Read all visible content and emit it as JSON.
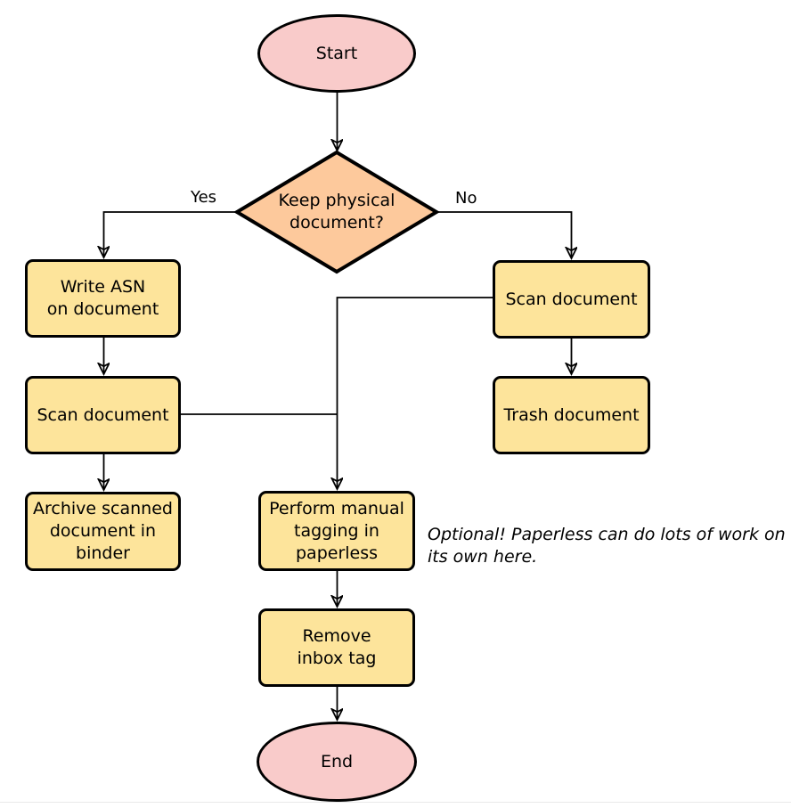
{
  "colors": {
    "background": "#ffffff",
    "terminal-fill": "#f9cbca",
    "decision-fill": "#fdc99c",
    "process-fill": "#fde49b",
    "stroke": "#000000",
    "divider": "#e9e9e9"
  },
  "nodes": {
    "start": {
      "type": "terminal",
      "label": "Start"
    },
    "decision": {
      "type": "decision",
      "label": "Keep physical\ndocument?"
    },
    "write_asn": {
      "type": "process",
      "label": "Write ASN\non document"
    },
    "scan_left": {
      "type": "process",
      "label": "Scan document"
    },
    "archive": {
      "type": "process",
      "label": "Archive scanned\ndocument in\nbinder"
    },
    "scan_right": {
      "type": "process",
      "label": "Scan document"
    },
    "trash": {
      "type": "process",
      "label": "Trash document"
    },
    "tagging": {
      "type": "process",
      "label": "Perform manual\ntagging in\npaperless"
    },
    "remove_inbox": {
      "type": "process",
      "label": "Remove\ninbox tag"
    },
    "end": {
      "type": "terminal",
      "label": "End"
    }
  },
  "edge_labels": {
    "yes": "Yes",
    "no": "No"
  },
  "note": {
    "text": "Optional! Paperless can do lots of work on\nits own here."
  }
}
